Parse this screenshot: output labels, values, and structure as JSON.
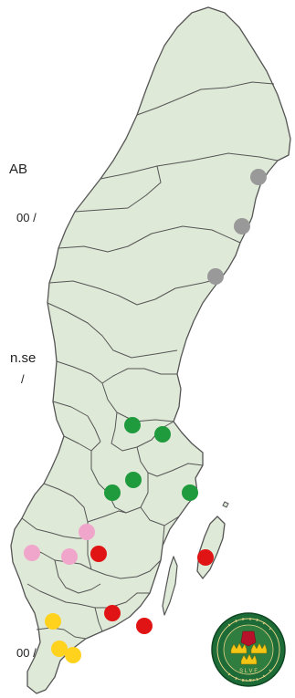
{
  "map": {
    "land_color": "#dfe9d8",
    "border_color": "#555555",
    "clipped_text": [
      "AB",
      "00 /",
      "n.se",
      "/",
      "00 /"
    ],
    "markers": [
      {
        "group": "grey",
        "color": "#999999"
      },
      {
        "group": "grey",
        "color": "#999999"
      },
      {
        "group": "grey",
        "color": "#999999"
      },
      {
        "group": "green",
        "color": "#1f9a3c"
      },
      {
        "group": "green",
        "color": "#1f9a3c"
      },
      {
        "group": "green",
        "color": "#1f9a3c"
      },
      {
        "group": "green",
        "color": "#1f9a3c"
      },
      {
        "group": "green",
        "color": "#1f9a3c"
      },
      {
        "group": "pink",
        "color": "#f0a6cb"
      },
      {
        "group": "pink",
        "color": "#f0a6cb"
      },
      {
        "group": "pink",
        "color": "#f0a6cb"
      },
      {
        "group": "red",
        "color": "#e01414"
      },
      {
        "group": "red",
        "color": "#e01414"
      },
      {
        "group": "red",
        "color": "#e01414"
      },
      {
        "group": "red",
        "color": "#e01414"
      },
      {
        "group": "yellow",
        "color": "#ffd21e"
      },
      {
        "group": "yellow",
        "color": "#ffd21e"
      },
      {
        "group": "yellow",
        "color": "#ffd21e"
      }
    ],
    "emblem": {
      "outer_color": "#1d6b36",
      "inner_color": "#2f7d3f",
      "crown_color": "#f3c515",
      "accent_color": "#b8122a",
      "text": [
        "S L V F",
        "S.L.V.F"
      ]
    }
  }
}
